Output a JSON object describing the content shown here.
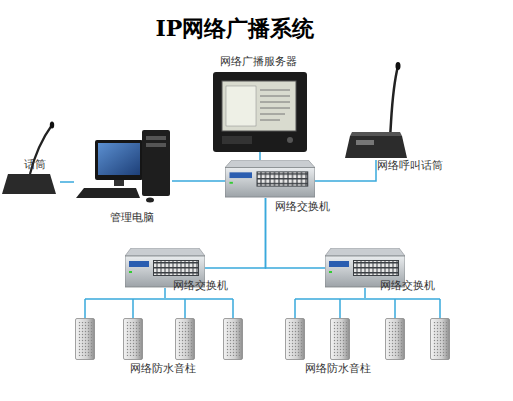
{
  "diagram": {
    "title": "IP网络广播系统",
    "nodes": [
      {
        "text": [
          "网络广播服务器"
        ]
      },
      {
        "text": [
          "网络呼叫话筒"
        ]
      },
      {
        "text": [
          "话筒"
        ]
      },
      {
        "text": [
          "管理电脑"
        ]
      },
      {
        "text": [
          "网络交换机"
        ]
      },
      {
        "text": [
          "网络交换机"
        ]
      },
      {
        "text": [
          "网络交换机"
        ]
      },
      {
        "text": [
          "网络防水音柱"
        ]
      },
      {
        "text": [
          "网络防水音柱"
        ]
      }
    ],
    "edges": [
      {
        "from": 2,
        "to": 3,
        "arrow": "none"
      },
      {
        "from": 3,
        "to": 4,
        "arrow": "none"
      },
      {
        "from": 0,
        "to": 4,
        "arrow": "none"
      },
      {
        "from": 1,
        "to": 4,
        "arrow": "none"
      },
      {
        "from": 4,
        "to": 5,
        "arrow": "none"
      },
      {
        "from": 4,
        "to": 6,
        "arrow": "none"
      },
      {
        "from": 5,
        "to": 7,
        "arrow": "none"
      },
      {
        "from": 6,
        "to": 8,
        "arrow": "none"
      }
    ]
  }
}
